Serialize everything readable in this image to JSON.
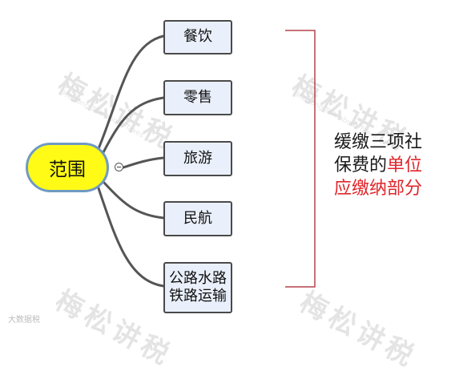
{
  "watermark": {
    "text": "梅松讲税",
    "sub": "Meisong Talk about Taxes",
    "logo": "大数据税"
  },
  "diagram": {
    "root": "范围",
    "branches": [
      "餐饮",
      "零售",
      "旅游",
      "民航"
    ],
    "last_branch_lines": [
      "公路水路",
      "铁路运输"
    ],
    "note": {
      "line1": "缓缴三项社",
      "line2_black": "保费的",
      "line2_red": "单位",
      "line3_red": "应缴纳部分"
    }
  },
  "colors": {
    "root_fill": "#fffb17",
    "root_border": "#6f9ac3",
    "node_fill": "#eaf0fb",
    "connector": "#555555",
    "bracket": "#b3444a",
    "highlight": "#e0262b"
  }
}
